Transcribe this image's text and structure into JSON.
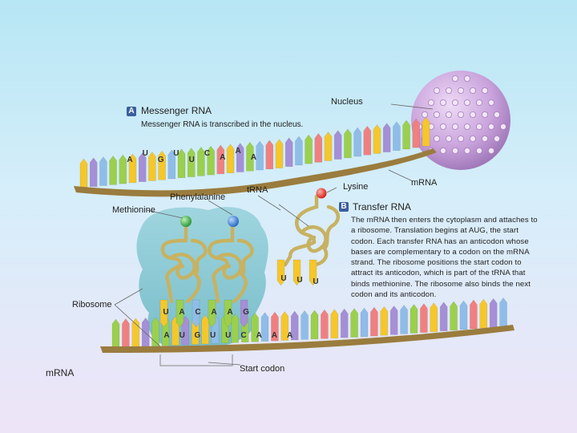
{
  "labels": {
    "nucleus": "Nucleus",
    "section_a_badge": "A",
    "section_a_title": "Messenger RNA",
    "section_a_caption": "Messenger RNA is transcribed in the nucleus.",
    "phenylalanine": "Phenylalanine",
    "trna": "tRNA",
    "lysine": "Lysine",
    "mrna_top": "mRNA",
    "methionine": "Methionine",
    "section_b_badge": "B",
    "section_b_title": "Transfer RNA",
    "section_b_text": "The mRNA then enters the cytoplasm and attaches to a ribosome. Translation begins at AUG, the start codon. Each transfer RNA has an anticodon whose bases are complementary to a codon on the mRNA strand. The ribosome positions the start codon to attract its anticodon, which is part of the tRNA that binds methionine. The ribosome also binds the next codon and its anticodon.",
    "ribosome": "Ribosome",
    "mrna_bottom": "mRNA",
    "start_codon": "Start codon"
  },
  "sequences": {
    "top_strand_bases": [
      "A",
      "U",
      "G",
      "U",
      "U",
      "C",
      "A",
      "A",
      "A"
    ],
    "lysine_anticodon": [
      "U",
      "U",
      "U"
    ],
    "ribosome_anticodons": [
      "U",
      "A",
      "C",
      "A",
      "A",
      "G"
    ],
    "bottom_strand_bases": [
      "A",
      "U",
      "G",
      "U",
      "U",
      "C",
      "A",
      "A",
      "A"
    ]
  },
  "colors": {
    "badge": "#3a5f9c",
    "ribosome": "#7fc6cf",
    "nucleus": "#c9a4dc",
    "trna": "#c7b262",
    "methionine_ball": "#43b54c",
    "phenylalanine_ball": "#3b7fd1",
    "lysine_ball": "#e5312c",
    "backbone": "#9a7c3e"
  }
}
